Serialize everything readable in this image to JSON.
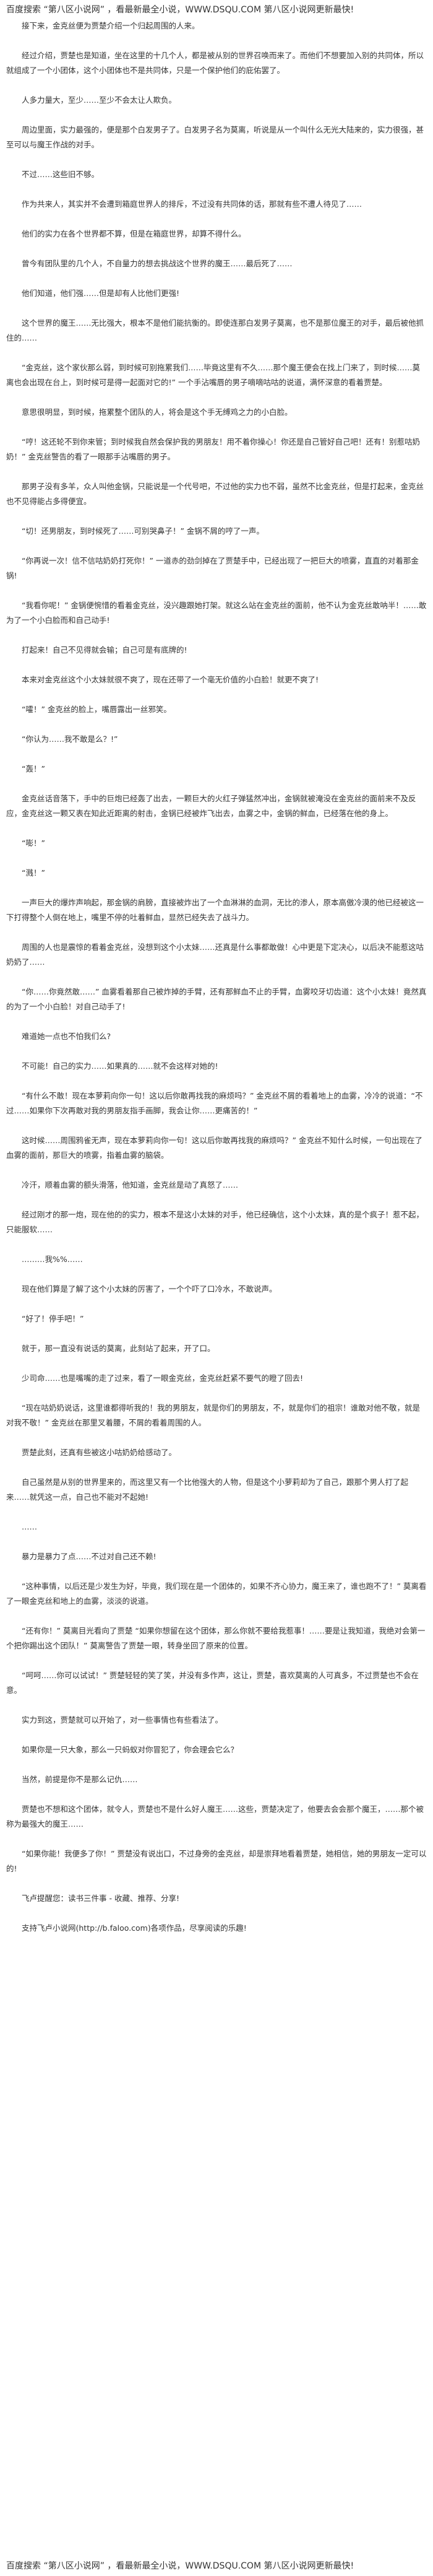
{
  "banner": {
    "top": "百度搜索 “第八区小说网” ，看最新最全小说，WWW.DSQU.COM  第八区小说网更新最快!",
    "bottom": "百度搜索 “第八区小说网” ，看最新最全小说，WWW.DSQU.COM  第八区小说网更新最快!"
  },
  "paragraphs": [
    "接下来，金克丝便为贾楚介绍一个归起周围的人来。",
    "经过介绍，贾楚也是知道，坐在这里的十几个人，都是被从别的世界召唤而来了。而他们不想要加入别的共同体，所以就组成了一个小团体，这个小团体也不是共同体，只是一个保护他们的庇佑罢了。",
    "人多力量大，至少……至少不会太让人欺负。",
    "周边里面，实力最强的，便是那个白发男子了。白发男子名为莫离，听说是从一个叫什么无光大陆来的，实力很强，甚至可以与魔王作战的对手。",
    "不过……这些旧不够。",
    "作为共来人，其实并不会遭到箱庭世界人的排斥，不过没有共同体的话，那就有些不遭人待见了……",
    "他们的实力在各个世界都不算，但是在箱庭世界，却算不得什么。",
    "曾今有团队里的几个人，不自量力的想去挑战这个世界的魔王……最后死了……",
    "他们知道，他们强……但是却有人比他们更强!",
    "这个世界的魔王……无比强大，根本不是他们能抗衡的。即使连那白发男子莫离，也不是那位魔王的对手，最后被他抓住的……",
    "“金克丝，这个家伙那么弱，到时候可别拖累我们……毕竟这里有不久……那个魔王便会在找上门来了，到时候……莫离也会出现在台上，到时候可是得一起面对它的!” 一个手沾嘴唇的男子嘀嘀咕咕的说道，满怀深意的看着贾楚。",
    "意思很明显，到时候，拖累整个团队的人，将会是这个手无缚鸡之力的小白脸。",
    "“哼！这还轮不到你来管；到时候我自然会保护我的男朋友！用不着你操心！你还是自己管好自己吧！还有！别惹咕奶奶！” 金克丝警告的看了一眼那手沾嘴唇的男子。",
    "那男子没有多羊，众人叫他金锅，只能说是一个代号吧，不过他的实力也不弱，虽然不比金克丝，但是打起来，金克丝也不见得能占多得便宜。",
    "“切！还男朋友，到时候死了……可别哭鼻子！” 金锅不屑的哼了一声。",
    "“你再说一次！信不信咕奶奶打死你！” 一道赤的劲剑掉在了贾楚手中，已经出现了一把巨大的喷雾，直直的对着那金锅!",
    "“我看你呢！” 金锅便惋惜的看着金克丝，没兴趣跟她打架。就这么站在金克丝的面前，他不认为金克丝敢呐半！……敢为了一个小白脸而和自己动手!",
    "打起来！自己不见得就会输；自己可是有底牌的!",
    "本来对金克丝这个小太妹就很不爽了，现在还带了一个毫无价值的小白脸！就更不爽了!",
    "“嚯！” 金克丝的脸上，嘴唇露出一丝邪笑。",
    "“你认为……我不敢是么？!”",
    "“轰！”",
    "金克丝话音落下，手中的巨炮已经轰了出去，一颗巨大的火红子弹猛然冲出，金锅就被淹没在金克丝的面前来不及反应，金克丝这一颗又表在知此近距离的射击，金锅已经被炸飞出去，血雾之中，金锅的鲜血，已经落在他的身上。",
    "“嘭！”",
    "“溅！”",
    "一声巨大的爆炸声响起，那金锅的肩膀，直接被炸出了一个血淋淋的血洞，无比的渗人，原本高傲冷漠的他已经被这一下打得整个人倒在地上，嘴里不停的吐着鲜血，显然已经失去了战斗力。",
    "周围的人也是震惊的看着金克丝，没想到这个小太妹……还真是什么事都敢做！心中更是下定决心，以后决不能惹这咕奶奶了……",
    "“你……你竟然敢……” 血雾看着那自己被炸掉的手臂，还有那鲜血不止的手臂，血雾咬牙切齿道：这个小太妹！竟然真的为了一个小白脸！对自己动手了!",
    "难道她一点也不怕我们么?",
    "不可能！自己的实力……如果真的……就不会这样对她的!",
    "“有什么不敢！现在本萝莉向你一句！这以后你敢再找我的麻烦吗？” 金克丝不屑的看着地上的血雾，冷冷的说道：“不过……如果你下次再敢对我的男朋友指手画脚，我会让你……更痛苦的！”",
    "这时候……周围鸦雀无声，现在本萝莉向你一句！这以后你敢再找我的麻烦吗？” 金克丝不知什么时候，一句出现在了血雾的面前，那巨大的喷雾，指着血雾的脑袋。",
    "冷汗，顺着血雾的额头滑落，他知道，金克丝是动了真怒了……",
    "经过刚才的那一炮，现在他的的实力，根本不是这小太妹的对手，他已经确信，这个小太妹，真的是个疯子！惹不起，只能服软……",
    "………我%%……",
    "现在他们算是了解了这个小太妹的厉害了，一个个吓了口冷水，不敢说声。",
    "“好了！停手吧！”",
    "就于，那一直没有说话的莫离，此刻站了起来，开了口。",
    "少司命……也是嘴嘴的走了过来，看了一眼金克丝，金克丝赶紧不要气的瞪了回去!",
    "“现在咕奶奶说话，这里谁都得听我的！我的男朋友，就是你们的男朋友，不，就是你们的祖宗！谁敢对他不敬，就是对我不敬！” 金克丝在那里叉着腰，不屑的看着周围的人。",
    "贾楚此刻，还真有些被这小咕奶奶给感动了。",
    "自己虽然是从别的世界里来的，而这里又有一个比他强大的人物，但是这个小萝莉却为了自己，跟那个男人打了起来……就凭这一点，自己也不能对不起她!",
    "……",
    "暴力是暴力了点……不过对自己还不赖!",
    "“这种事情，以后还是少发生为好，毕竟，我们现在是一个团体的，如果不齐心协力，魔王来了，谁也跑不了！” 莫离看了一眼金克丝和地上的血雾，淡淡的说道。",
    "“还有你！” 莫离目光看向了贾楚 “如果你想留在这个团体，那么你就不要给我惹事！……要是让我知道，我绝对会第一个把你踢出这个团队！” 莫离警告了贾楚一眼，转身坐回了原来的位置。",
    "“呵呵……你可以试试！” 贾楚轻轻的笑了笑，并没有多作声，这让，贾楚，喜欢莫离的人可真多，不过贾楚也不会在意。",
    "实力到这，贾楚就可以开始了，对一些事情也有些看法了。",
    "如果你是一只大象，那么一只蚂蚁对你冒犯了，你会理会它么？",
    "当然，前提是你不是那么记仇……",
    "贾楚也不想和这个团体，就令人，贾楚也不是什么好人魔王……这些，贾楚决定了，他要去会会那个魔王，……那个被称为最强大的魔王……",
    "“如果你能！我便多了你！” 贾楚没有说出口，不过身旁的金克丝，却是崇拜地看着贾楚，她相信，她的男朋友一定可以的!",
    "飞卢提醒您：读书三件事 - 收藏、推荐、分享!",
    "支持飞卢小说网(http://b.faloo.com)各项作品，尽享阅读的乐趣!"
  ]
}
